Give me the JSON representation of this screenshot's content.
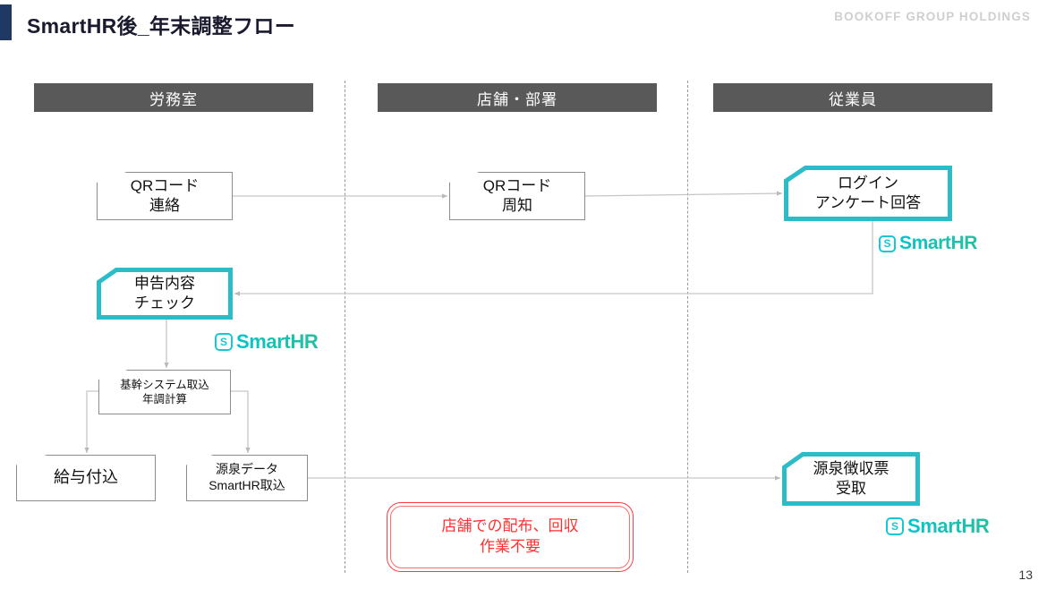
{
  "header": {
    "title": "SmartHR後_年末調整フロー",
    "brand": "BOOKOFF GROUP HOLDINGS",
    "accent_color": "#1f3864"
  },
  "lanes": [
    {
      "label": "労務室"
    },
    {
      "label": "店舗・部署"
    },
    {
      "label": "従業員"
    }
  ],
  "nodes": {
    "qr_contact": {
      "line1": "QRコード",
      "line2": "連絡"
    },
    "qr_notice": {
      "line1": "QRコード",
      "line2": "周知"
    },
    "login": {
      "line1": "ログイン",
      "line2": "アンケート回答"
    },
    "check": {
      "line1": "申告内容",
      "line2": "チェック"
    },
    "core_system": {
      "line1": "基幹システム取込",
      "line2": "年調計算"
    },
    "payroll": {
      "line1": "給与付込",
      "line2": ""
    },
    "gensen_data": {
      "line1": "源泉データ",
      "line2": "SmartHR取込"
    },
    "gensen_slip": {
      "line1": "源泉徴収票",
      "line2": "受取"
    }
  },
  "smarthr_logos": [
    {
      "id": "login",
      "wordmark": "SmartHR",
      "mark": "smarthr-mark-icon"
    },
    {
      "id": "check",
      "wordmark": "SmartHR",
      "mark": "smarthr-mark-icon"
    },
    {
      "id": "slip",
      "wordmark": "SmartHR",
      "mark": "smarthr-mark-icon"
    }
  ],
  "callout": {
    "line1": "店舗での配布、回収",
    "line2": "作業不要",
    "color": "#ff3030"
  },
  "footer": {
    "page_number": "13"
  },
  "colors": {
    "lane_header_bg": "#595959",
    "teal": "#2bbcc8",
    "node_border": "#8c8c8c",
    "connector": "#bfbfbf",
    "red": "#ff3b3b"
  }
}
